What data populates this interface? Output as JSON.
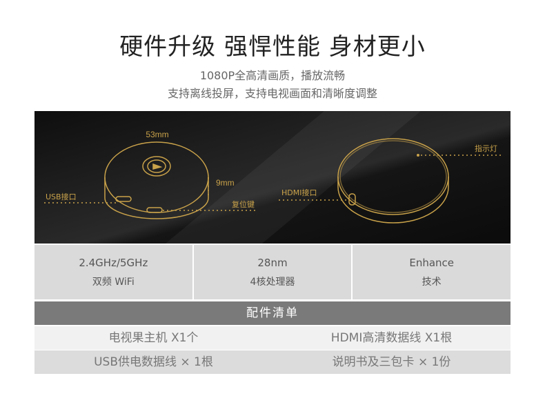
{
  "headline": "硬件升级 强悍性能 身材更小",
  "subtitle_1": "1080P全高清画质，播放流畅",
  "subtitle_2": "支持离线投屏，支持电视画面和清晰度调整",
  "diagram": {
    "label_width": "53mm",
    "label_height": "9mm",
    "label_usb": "USB接口",
    "label_reset": "复位键",
    "label_hdmi": "HDMI接口",
    "label_indicator": "指示灯",
    "accent_color": "#c9a24a",
    "background_color": "#141414"
  },
  "specs": [
    {
      "line1": "2.4GHz/5GHz",
      "line2": "双频 WiFi"
    },
    {
      "line1": "28nm",
      "line2": "4核处理器"
    },
    {
      "line1": "Enhance",
      "line2": "技术"
    }
  ],
  "accessories": {
    "title": "配件清单",
    "rows": [
      [
        "电视果主机 X1个",
        "HDMI高清数据线 X1根"
      ],
      [
        "USB供电数据线 × 1根",
        "说明书及三包卡 × 1份"
      ]
    ]
  }
}
